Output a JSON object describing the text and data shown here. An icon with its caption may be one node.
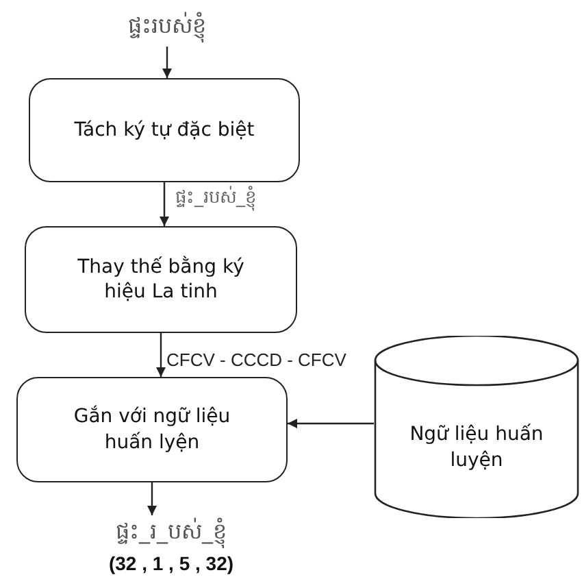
{
  "diagram": {
    "nodes": [
      {
        "text": [
          "ផ្ទះរបស់ខ្ញុំ"
        ]
      },
      {
        "text": [
          "Tách ký tự đặc biệt"
        ]
      },
      {
        "text": [
          "Thay thế bằng ký hiệu La tinh"
        ]
      },
      {
        "text": [
          "Gắn với ngữ liệu huấn lyện"
        ]
      },
      {
        "text": [
          "Ngữ liệu huấn luyện"
        ]
      },
      {
        "text": [
          "ផ្ទះ_រ_បស់_ខ្ញុំ",
          "(32 , 1 , 5 , 32)"
        ]
      }
    ],
    "edges": [
      {
        "from": 0,
        "to": 1,
        "arrow": "to"
      },
      {
        "from": 1,
        "to": 2,
        "arrow": "to",
        "label": "ផ្ទះ_របស់_ខ្ញុំ"
      },
      {
        "from": 2,
        "to": 3,
        "arrow": "to",
        "label": "CFCV - CCCD - CFCV"
      },
      {
        "from": 4,
        "to": 3,
        "arrow": "to"
      },
      {
        "from": 3,
        "to": 5,
        "arrow": "to"
      }
    ]
  }
}
